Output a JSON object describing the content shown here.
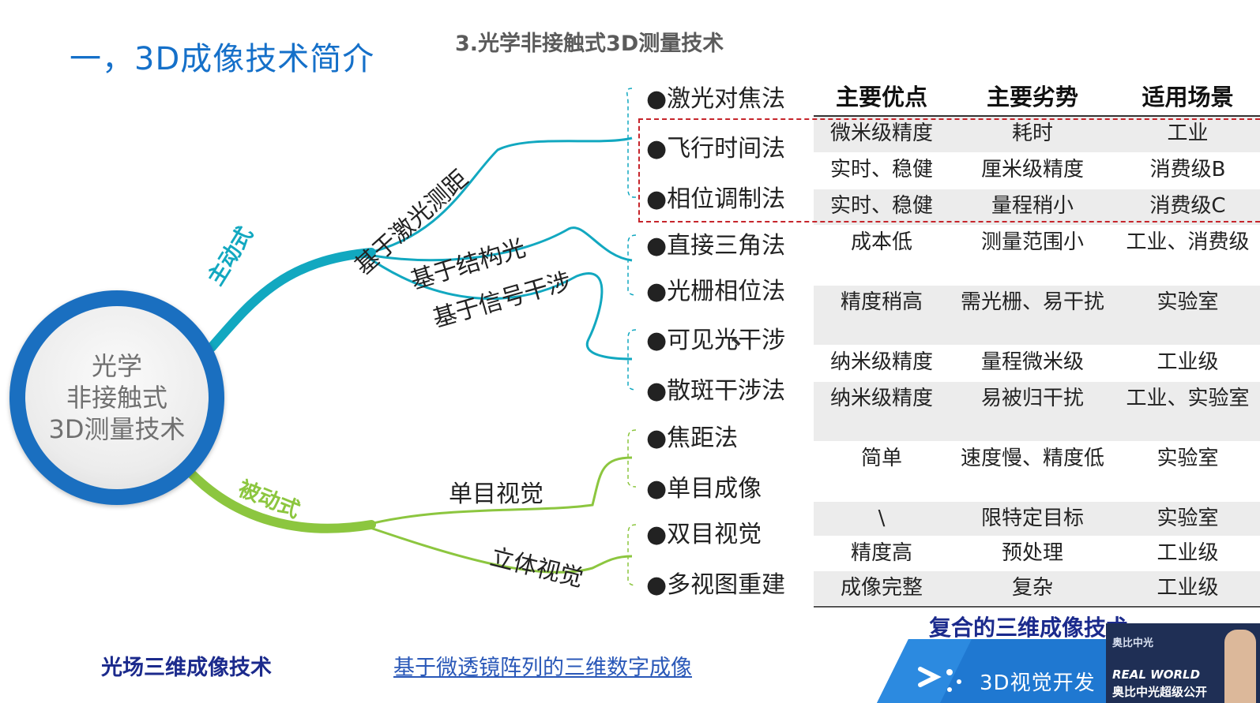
{
  "slide": {
    "title": "一，3D成像技术简介",
    "section_title": "3.光学非接触式3D测量技术"
  },
  "center": {
    "lines": [
      "光学",
      "非接触式",
      "3D测量技术"
    ]
  },
  "branches": {
    "active": "主动式",
    "passive": "被动式"
  },
  "sub_branches": {
    "laser": "基于激光测距",
    "structured": "基于结构光",
    "interference": "基于信号干涉",
    "mono": "单目视觉",
    "stereo": "立体视觉"
  },
  "methods": [
    "●激光对焦法",
    "●飞行时间法",
    "●相位调制法",
    "●直接三角法",
    "●光栅相位法",
    "●可见光干涉",
    "●散斑干涉法",
    "●焦距法",
    "●单目成像",
    "●双目视觉",
    "●多视图重建"
  ],
  "table": {
    "headers": [
      "主要优点",
      "主要劣势",
      "适用场景"
    ],
    "rows": [
      [
        "微米级精度",
        "耗时",
        "工业"
      ],
      [
        "实时、稳健",
        "厘米级精度",
        "消费级B"
      ],
      [
        "实时、稳健",
        "量程稍小",
        "消费级C"
      ],
      [
        "成本低",
        "测量范围小",
        "工业、消费级"
      ],
      [
        "精度稍高",
        "需光栅、易干扰",
        "实验室"
      ],
      [
        "纳米级精度",
        "量程微米级",
        "工业级"
      ],
      [
        "纳米级精度",
        "易被归干扰",
        "工业、实验室"
      ],
      [
        "简单",
        "速度慢、精度低",
        "实验室"
      ],
      [
        "\\",
        "限特定目标",
        "实验室"
      ],
      [
        "精度高",
        "预处理",
        "工业级"
      ],
      [
        "成像完整",
        "复杂",
        "工业级"
      ]
    ]
  },
  "footer": {
    "light_field": "光场三维成像技术",
    "microlens_link": "基于微透镜阵列的三维数字成像",
    "composite": "复合的三维成像技术"
  },
  "banner": {
    "text": "3D视觉开发"
  },
  "webcam": {
    "logo": "奥比中光",
    "brand": "REAL WORLD",
    "sub": "奥比中光超级公开"
  },
  "colors": {
    "title_blue": "#1570c9",
    "active_teal": "#12a8c0",
    "passive_green": "#8cc63f",
    "dashed_red": "#c6252b",
    "footer_navy": "#1b2a8c"
  }
}
